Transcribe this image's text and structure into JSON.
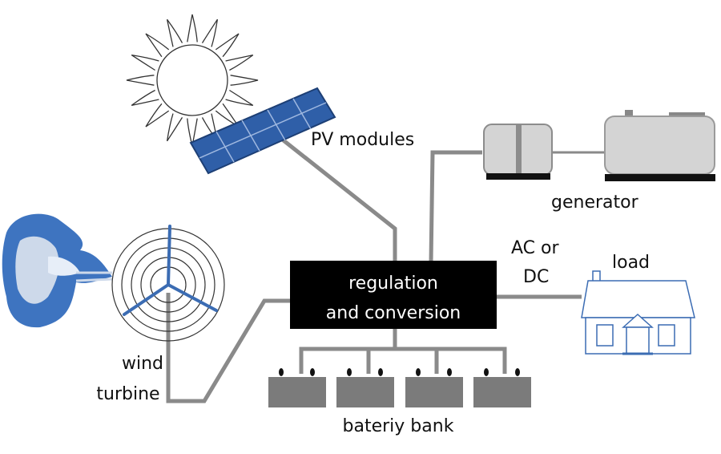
{
  "labels": {
    "pv_modules": "PV modules",
    "generator": "generator",
    "ac_dc_line1": "AC or",
    "ac_dc_line2": "DC",
    "load": "load",
    "regulation_line1": "regulation",
    "regulation_line2": "and conversion",
    "wind_line1": "wind",
    "wind_line2": "turbine",
    "battery_bank": "bateriy bank"
  },
  "colors": {
    "panel": "#2f5fa8",
    "controller": "#000000",
    "wire": "#8a8a8a",
    "battery": "#7b7b7b",
    "house": "#3b6cb3",
    "wind_face": "#3e74c0"
  },
  "icons": [
    "sun-icon",
    "pv-panel-icon",
    "wind-turbine-icon",
    "wind-god-face-icon",
    "generator-icon",
    "house-icon",
    "battery-icon"
  ]
}
